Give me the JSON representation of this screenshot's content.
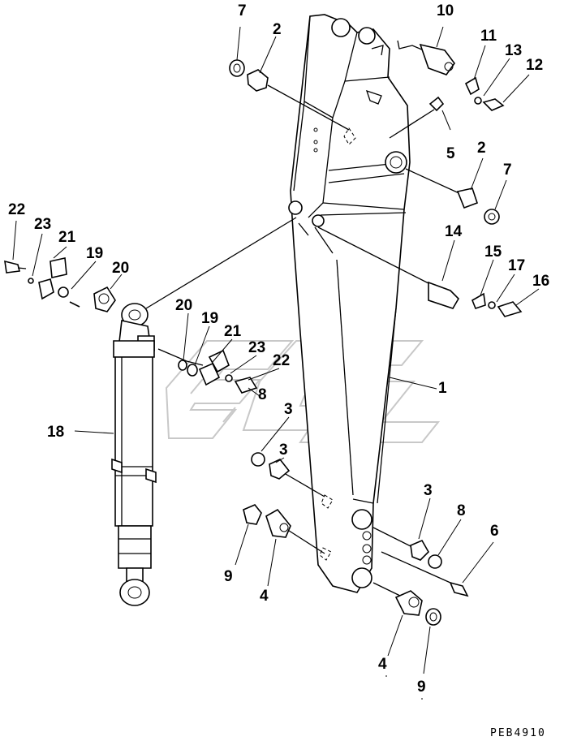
{
  "callouts": [
    "7",
    "2",
    "10",
    "11",
    "13",
    "12",
    "5",
    "2",
    "7",
    "22",
    "23",
    "21",
    "19",
    "20",
    "14",
    "15",
    "17",
    "16",
    "20",
    "19",
    "21",
    "23",
    "22",
    "8",
    "1",
    "18",
    "3",
    "3",
    "8",
    "3",
    "6",
    "9",
    "4",
    "4",
    "9"
  ],
  "drawing_code": "PEB4910"
}
